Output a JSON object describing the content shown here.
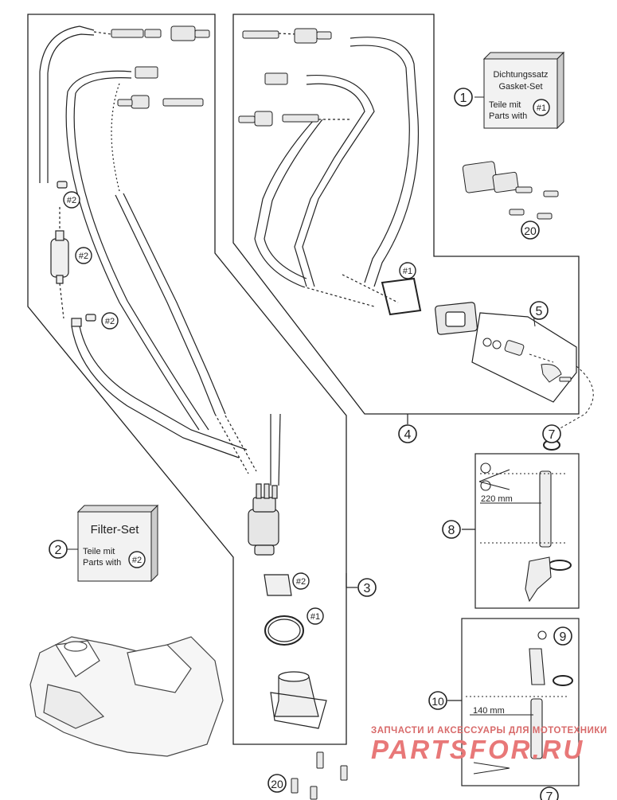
{
  "callouts": {
    "c1": "1",
    "c2": "2",
    "c3": "3",
    "c4": "4",
    "c5": "5",
    "c7a": "7",
    "c7b": "7",
    "c8": "8",
    "c9": "9",
    "c10": "10",
    "c20a": "20",
    "c20b": "20"
  },
  "part_refs": {
    "h2a": "#2",
    "h2b": "#2",
    "h2c": "#2",
    "h2d": "#2",
    "h2e": "#2",
    "h1a": "#1",
    "h1b": "#1",
    "h1c": "#1"
  },
  "kit_boxes": {
    "gasket": {
      "line1": "Dichtungssatz",
      "line2": "Gasket-Set",
      "line3": "Teile mit",
      "line4": "Parts with"
    },
    "filter": {
      "title": "Filter-Set",
      "line1": "Teile mit",
      "line2": "Parts with"
    }
  },
  "dimensions": {
    "hose_a": "220 mm",
    "hose_b": "140 mm"
  },
  "watermark": {
    "line1": "ЗАПЧАСТИ И АКСЕССУАРЫ ДЛЯ МОТОТЕХНИКИ",
    "line2": "PARTSFOR.RU"
  },
  "colors": {
    "line": "#222222",
    "box_fill": "#f2f2f2",
    "watermark": "#e87878"
  }
}
